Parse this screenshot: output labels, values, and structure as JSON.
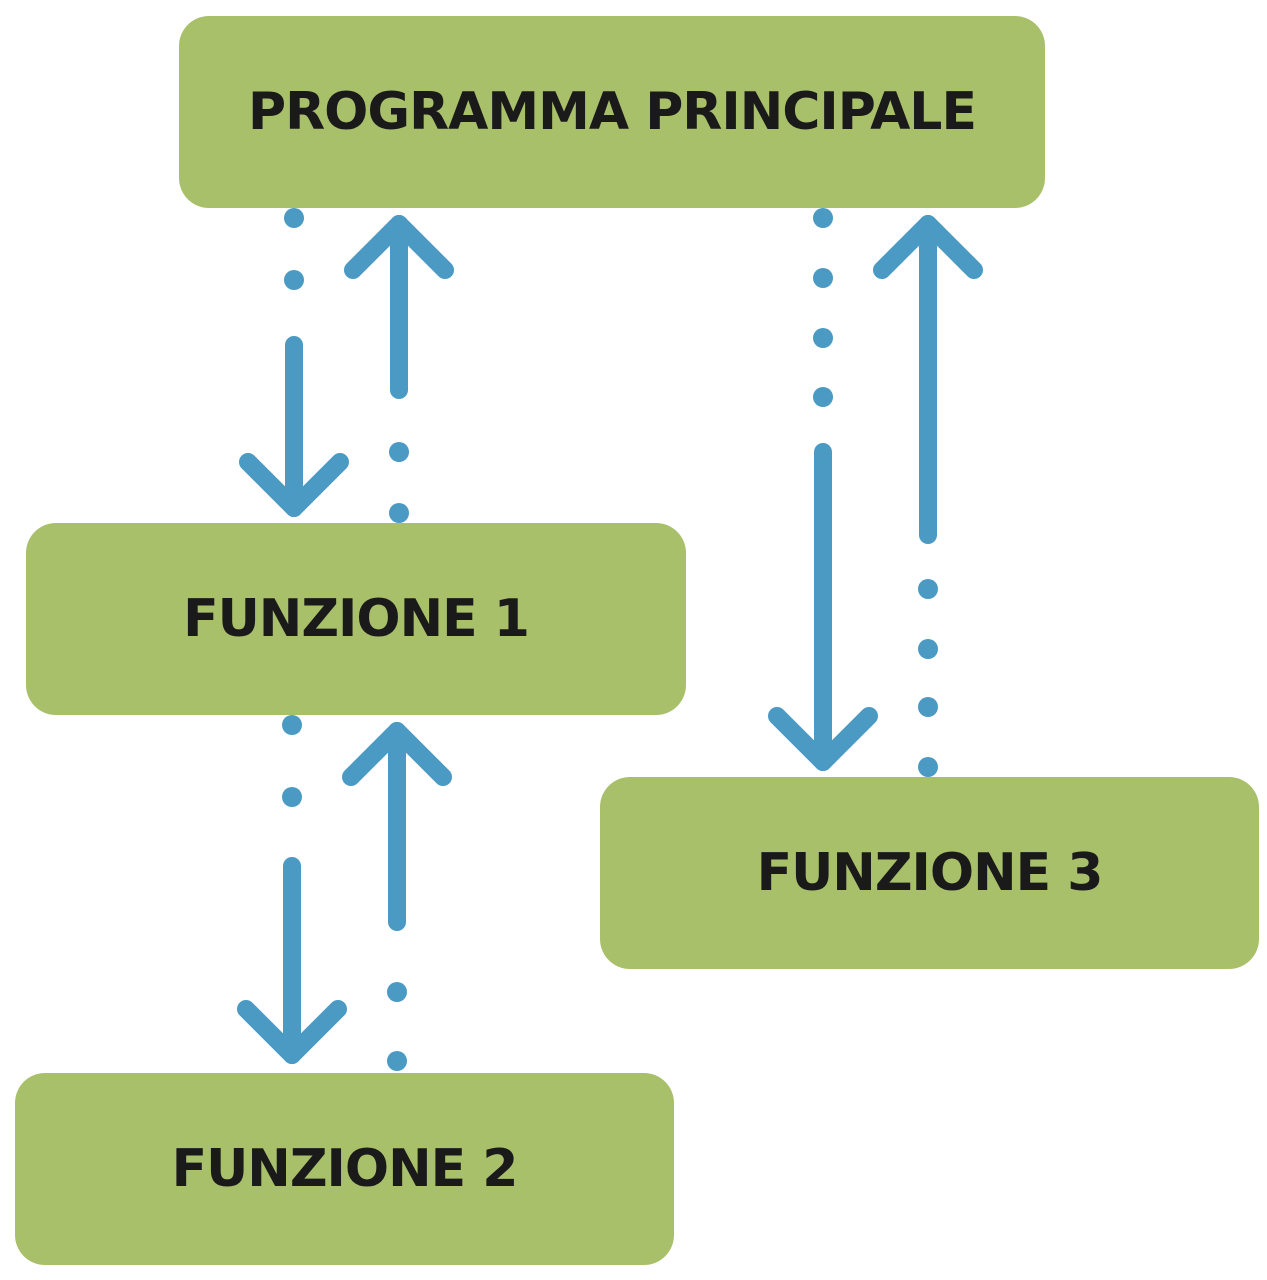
{
  "colors": {
    "box_fill": "#a9c06a",
    "arrow": "#4a9ac4",
    "text": "#1a1a1a"
  },
  "boxes": {
    "main": "PROGRAMMA PRINCIPALE",
    "f1": "FUNZIONE 1",
    "f2": "FUNZIONE 2",
    "f3": "FUNZIONE 3"
  },
  "connections": [
    {
      "from": "main",
      "to": "f1",
      "style": "call"
    },
    {
      "from": "f1",
      "to": "main",
      "style": "return"
    },
    {
      "from": "f1",
      "to": "f2",
      "style": "call"
    },
    {
      "from": "f2",
      "to": "f1",
      "style": "return"
    },
    {
      "from": "main",
      "to": "f3",
      "style": "call"
    },
    {
      "from": "f3",
      "to": "main",
      "style": "return"
    }
  ]
}
